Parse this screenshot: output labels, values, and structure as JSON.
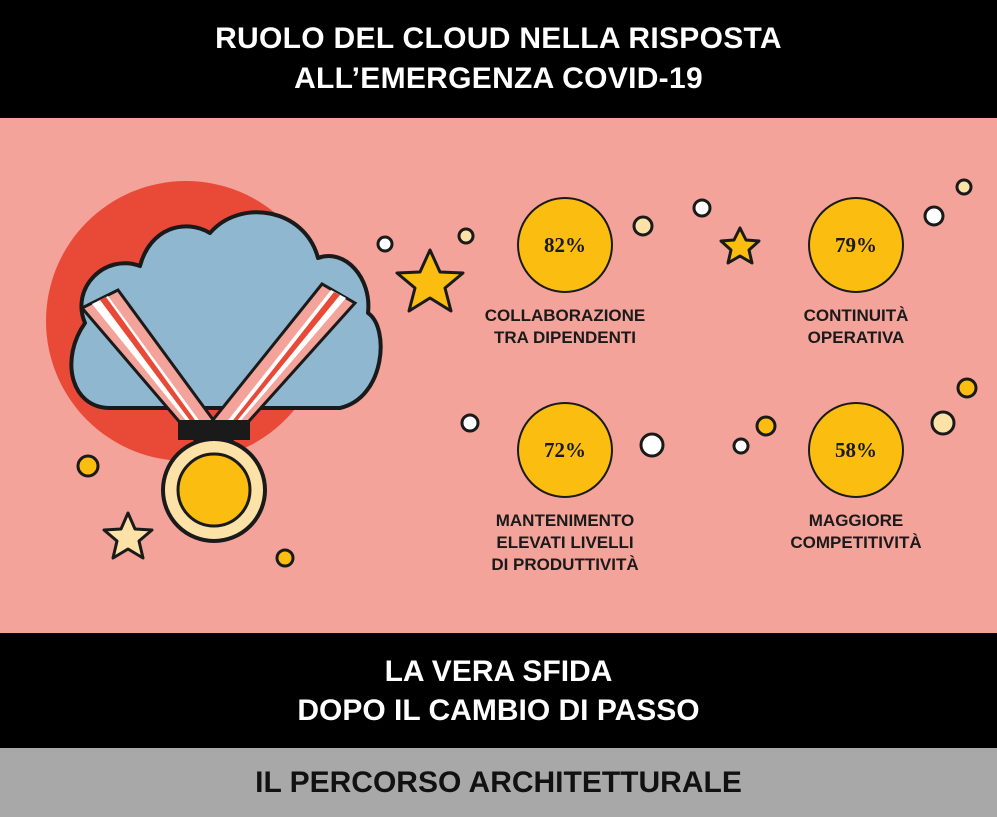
{
  "header": {
    "line1": "RUOLO DEL CLOUD NELLA RISPOSTA",
    "line2": "ALL’EMERGENZA COVID-19"
  },
  "stats": [
    {
      "value": "82%",
      "label_lines": [
        "COLLABORAZIONE",
        "TRA DIPENDENTI"
      ]
    },
    {
      "value": "79%",
      "label_lines": [
        "CONTINUITÀ",
        "OPERATIVA"
      ]
    },
    {
      "value": "72%",
      "label_lines": [
        "MANTENIMENTO",
        "ELEVATI LIVELLI",
        "DI PRODUTTIVITÀ"
      ]
    },
    {
      "value": "58%",
      "label_lines": [
        "MAGGIORE",
        "COMPETITIVITÀ"
      ]
    }
  ],
  "footer": {
    "line1": "LA VERA SFIDA",
    "line2": "DOPO IL CAMBIO DI PASSO",
    "bottom": "IL PERCORSO ARCHITETTURALE"
  },
  "icons": [
    "cloud-medal-icon",
    "star-icon",
    "dot-icon"
  ],
  "colors": {
    "background": "#f3a39a",
    "bars": "#000000",
    "bottom_bar": "#a8a8a8",
    "accent": "#fbbd0f",
    "red_circle": "#e84a37",
    "cloud": "#8fb7cf"
  }
}
